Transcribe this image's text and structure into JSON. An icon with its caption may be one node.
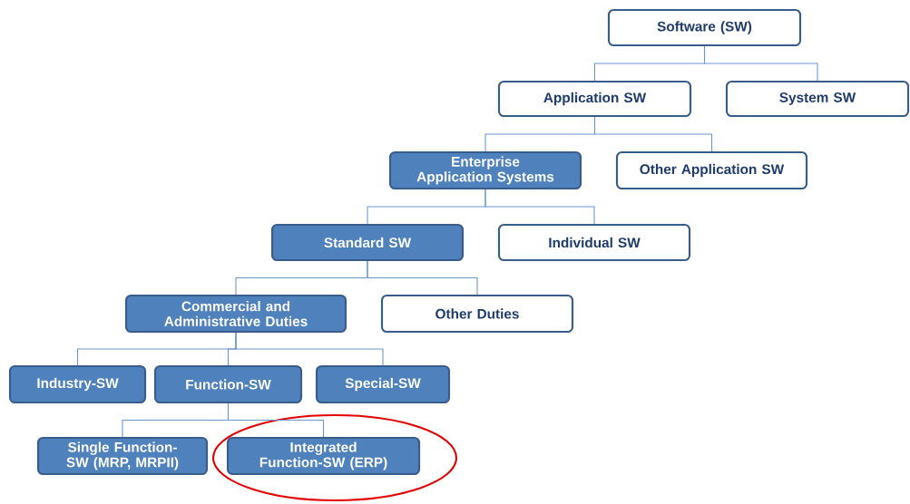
{
  "diagram": {
    "nodes": [
      {
        "text": [
          "Software (SW)"
        ]
      },
      {
        "text": [
          "Application SW"
        ]
      },
      {
        "text": [
          "System SW"
        ]
      },
      {
        "text": [
          "Enterprise Application Systems"
        ]
      },
      {
        "text": [
          "Other Application SW"
        ]
      },
      {
        "text": [
          "Standard SW"
        ]
      },
      {
        "text": [
          "Individual SW"
        ]
      },
      {
        "text": [
          "Commercial and Administrative Duties"
        ]
      },
      {
        "text": [
          "Other Duties"
        ]
      },
      {
        "text": [
          "Industry-SW"
        ]
      },
      {
        "text": [
          "Function-SW"
        ]
      },
      {
        "text": [
          "Special-SW"
        ]
      },
      {
        "text": [
          "Single Function-SW (MRP, MRPII)"
        ]
      },
      {
        "text": [
          "Integrated Function-SW (ERP)"
        ]
      }
    ],
    "edges": [
      {
        "from": 0,
        "to": 1,
        "arrow": "none"
      },
      {
        "from": 0,
        "to": 2,
        "arrow": "none"
      },
      {
        "from": 1,
        "to": 3,
        "arrow": "none"
      },
      {
        "from": 1,
        "to": 4,
        "arrow": "none"
      },
      {
        "from": 3,
        "to": 5,
        "arrow": "none"
      },
      {
        "from": 3,
        "to": 6,
        "arrow": "none"
      },
      {
        "from": 5,
        "to": 7,
        "arrow": "none"
      },
      {
        "from": 5,
        "to": 8,
        "arrow": "none"
      },
      {
        "from": 7,
        "to": 9,
        "arrow": "none"
      },
      {
        "from": 7,
        "to": 10,
        "arrow": "none"
      },
      {
        "from": 7,
        "to": 11,
        "arrow": "none"
      },
      {
        "from": 10,
        "to": 12,
        "arrow": "none"
      },
      {
        "from": 10,
        "to": 13,
        "arrow": "none"
      }
    ]
  }
}
